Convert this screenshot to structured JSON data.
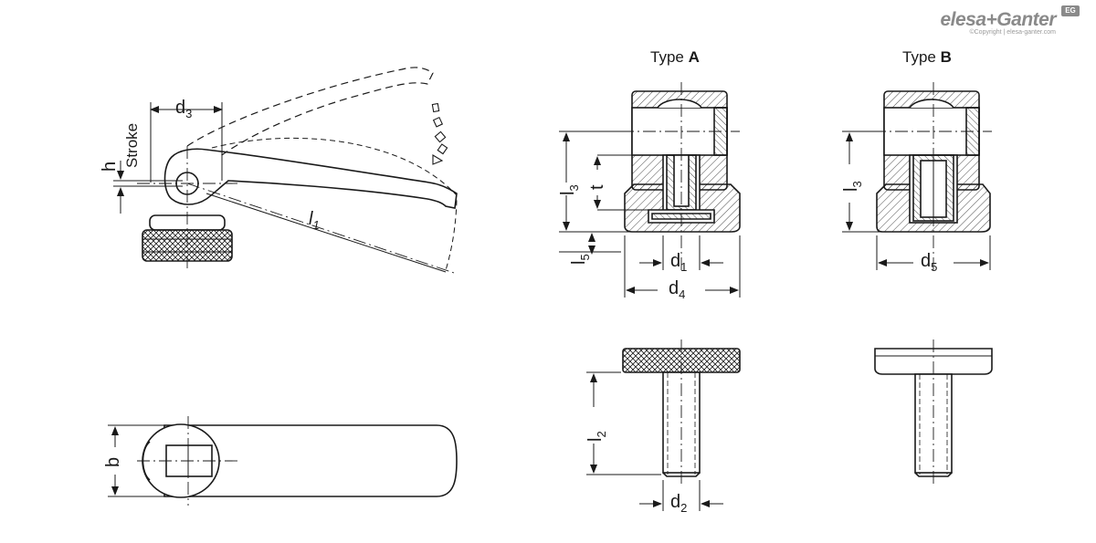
{
  "logo": {
    "brand": "elesa+Ganter",
    "badge": "EG",
    "copyright": "©Copyright | elesa-ganter.com"
  },
  "types": {
    "a_prefix": "Type ",
    "a_letter": "A",
    "b_prefix": "Type ",
    "b_letter": "B"
  },
  "dimensions": {
    "d": "d",
    "l": "l",
    "h": "h",
    "b": "b",
    "t": "t",
    "stroke": "Stroke",
    "d3_sub": "3",
    "l1_sub": "1",
    "l3_sub": "3",
    "l5_sub": "5",
    "d1_sub": "1",
    "d4_sub": "4",
    "d5_sub": "5",
    "l2_sub": "2",
    "d2_sub": "2"
  },
  "colors": {
    "line": "#1a1a1a",
    "logo": "#8a8a8a"
  }
}
